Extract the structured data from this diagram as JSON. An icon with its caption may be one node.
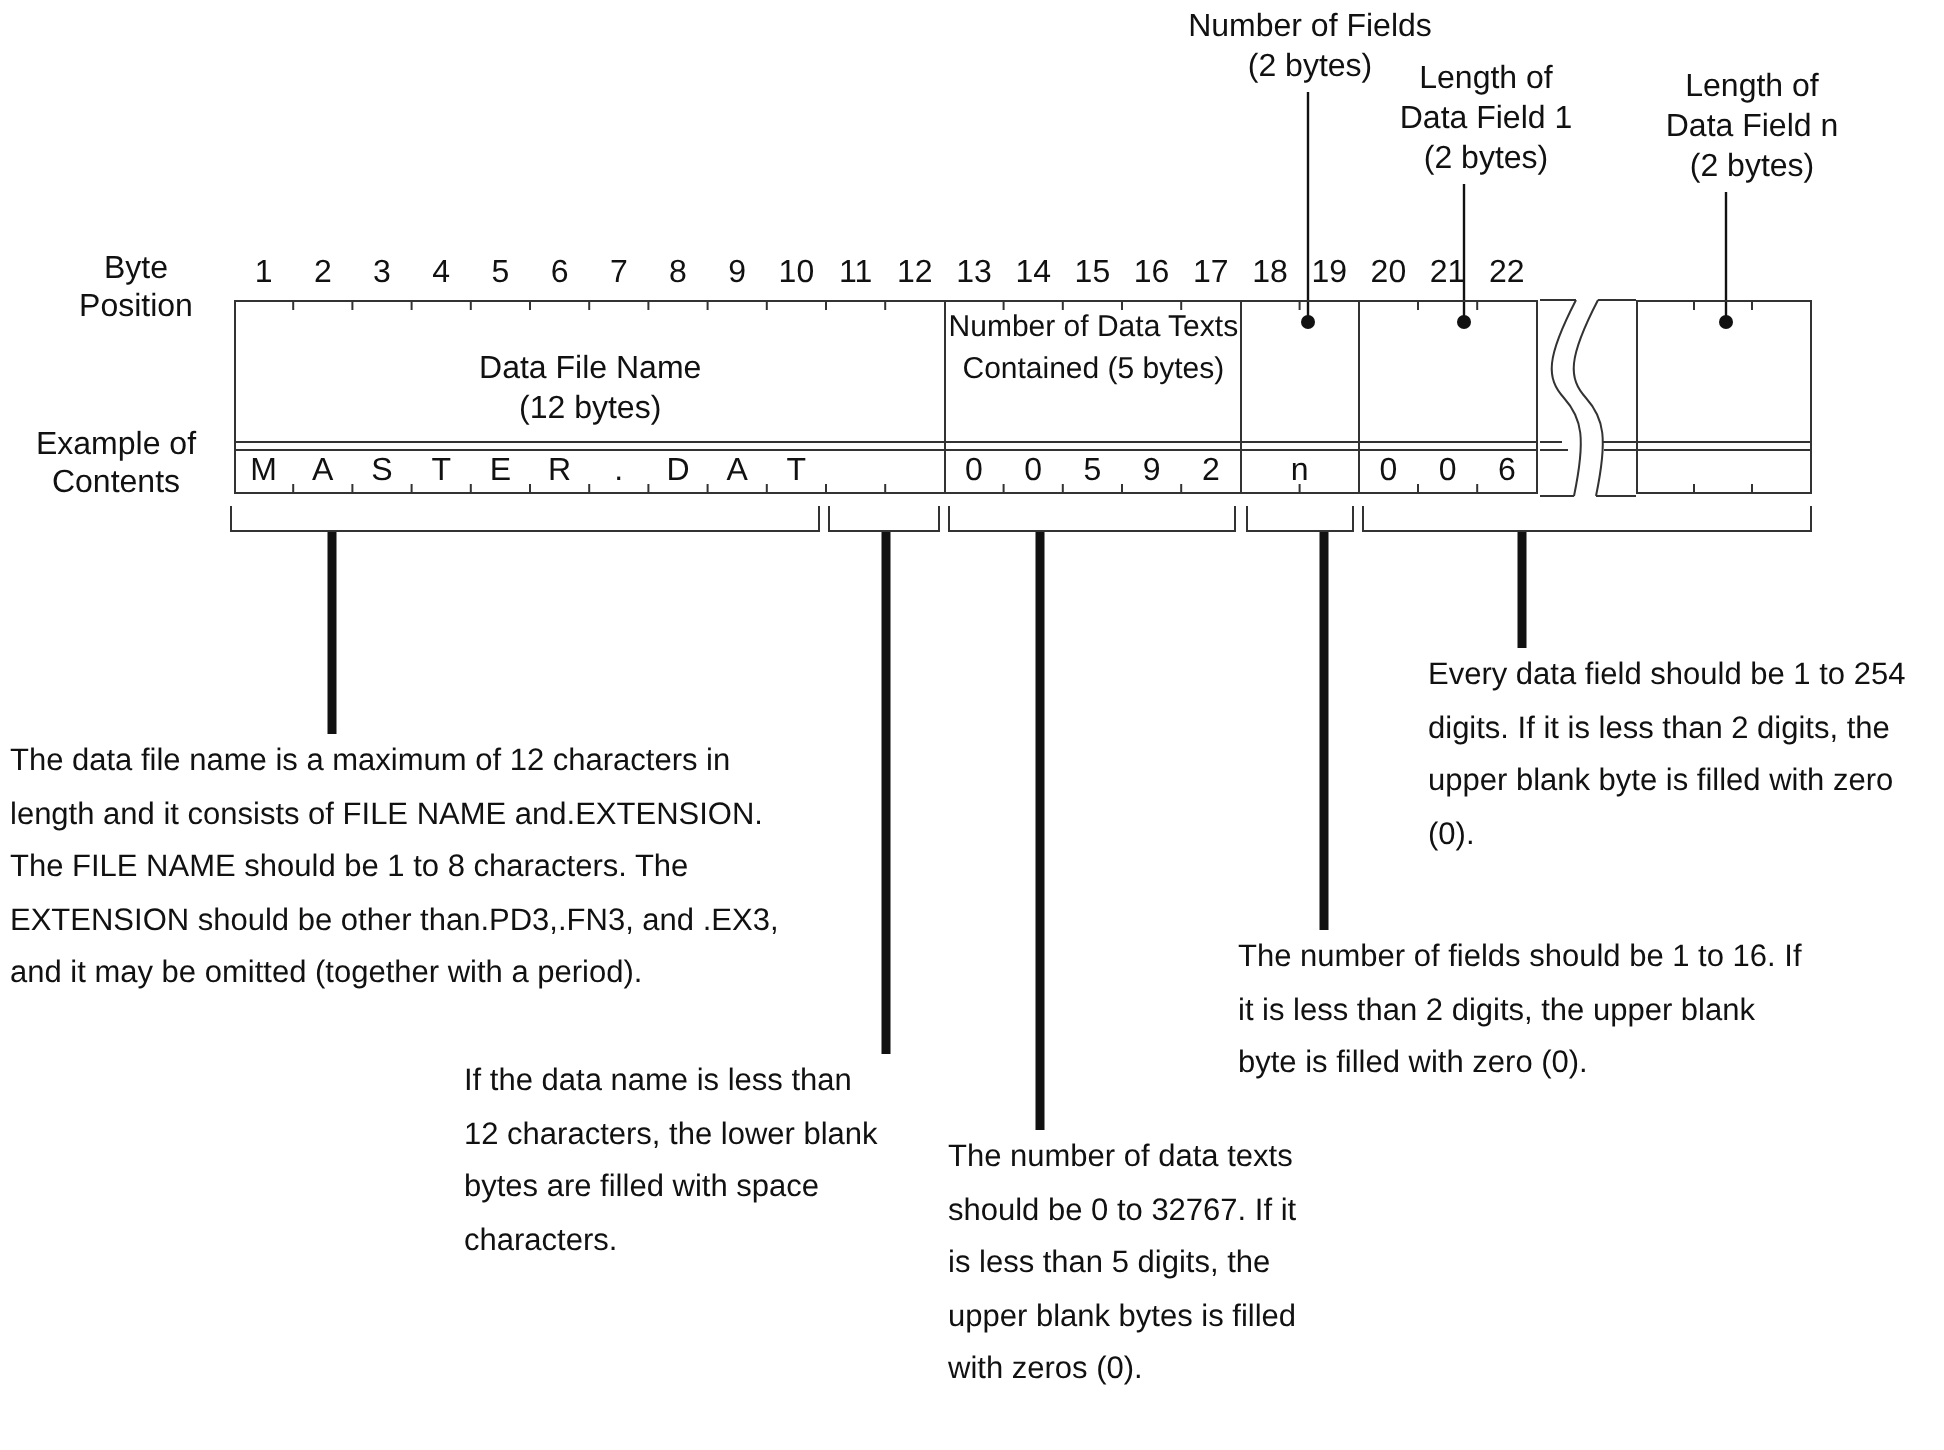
{
  "diagram": {
    "nodes": [
      {
        "text": [
          "Number of Fields (2 bytes)"
        ]
      },
      {
        "text": [
          "Length of Data Field 1 (2 bytes)"
        ]
      },
      {
        "text": [
          "Length of Data Field n (2 bytes)"
        ]
      },
      {
        "text": [
          "Data File Name (12 bytes)"
        ]
      },
      {
        "text": [
          "Number of Data Texts Contained (5 bytes)"
        ]
      },
      {
        "text": [],
        "shape": "box"
      },
      {
        "text": [],
        "shape": "box"
      },
      {
        "text": [],
        "shape": "box"
      },
      {
        "text": [],
        "shape": "bracket"
      },
      {
        "text": [],
        "shape": "bracket"
      },
      {
        "text": [],
        "shape": "bracket"
      },
      {
        "text": [],
        "shape": "bracket"
      },
      {
        "text": [],
        "shape": "bracket"
      },
      {
        "text": [
          "Every data field should be 1 to 254 digits. If it is less than 2 digits, the upper blank byte is filled with zero (0)."
        ]
      },
      {
        "text": [
          "The data file name is a maximum of 12 characters in length and it consists of FILE NAME and.EXTENSION. The FILE NAME should be 1 to 8 characters. The EXTENSION should be other than.PD3,.FN3, and .EX3, and it may be omitted (together with a period)."
        ]
      },
      {
        "text": [
          "The number of fields should be 1 to 16. If it is less than 2 digits, the upper blank byte is filled with zero (0)."
        ]
      },
      {
        "text": [
          "If the data name is less than 12 characters, the lower blank bytes are filled with space characters."
        ]
      },
      {
        "text": [
          "The number of data texts should be 0 to 32767. If it is less than 5 digits, the upper blank bytes is filled with zeros (0)."
        ]
      }
    ],
    "edges": [
      {
        "from": 0,
        "to": 5,
        "arrow": "other"
      },
      {
        "from": 1,
        "to": 6,
        "arrow": "other"
      },
      {
        "from": 2,
        "to": 7,
        "arrow": "other"
      },
      {
        "from": 14,
        "to": 8,
        "arrow": "none"
      },
      {
        "from": 16,
        "to": 9,
        "arrow": "none"
      },
      {
        "from": 17,
        "to": 10,
        "arrow": "none"
      },
      {
        "from": 15,
        "to": 11,
        "arrow": "none"
      },
      {
        "from": 13,
        "to": 12,
        "arrow": "none"
      }
    ],
    "labels": [
      "Byte Position",
      "1",
      "2",
      "3",
      "4",
      "5",
      "6",
      "7",
      "8",
      "9",
      "10",
      "11",
      "12",
      "13",
      "14",
      "15",
      "16",
      "17",
      "18",
      "19",
      "20",
      "21",
      "22",
      "Example of Contents",
      "M",
      "A",
      "S",
      "T",
      "E",
      "R",
      ".",
      "D",
      "A",
      "T",
      "0",
      "0",
      "5",
      "9",
      "2",
      "n",
      "0",
      "0",
      "6"
    ]
  }
}
